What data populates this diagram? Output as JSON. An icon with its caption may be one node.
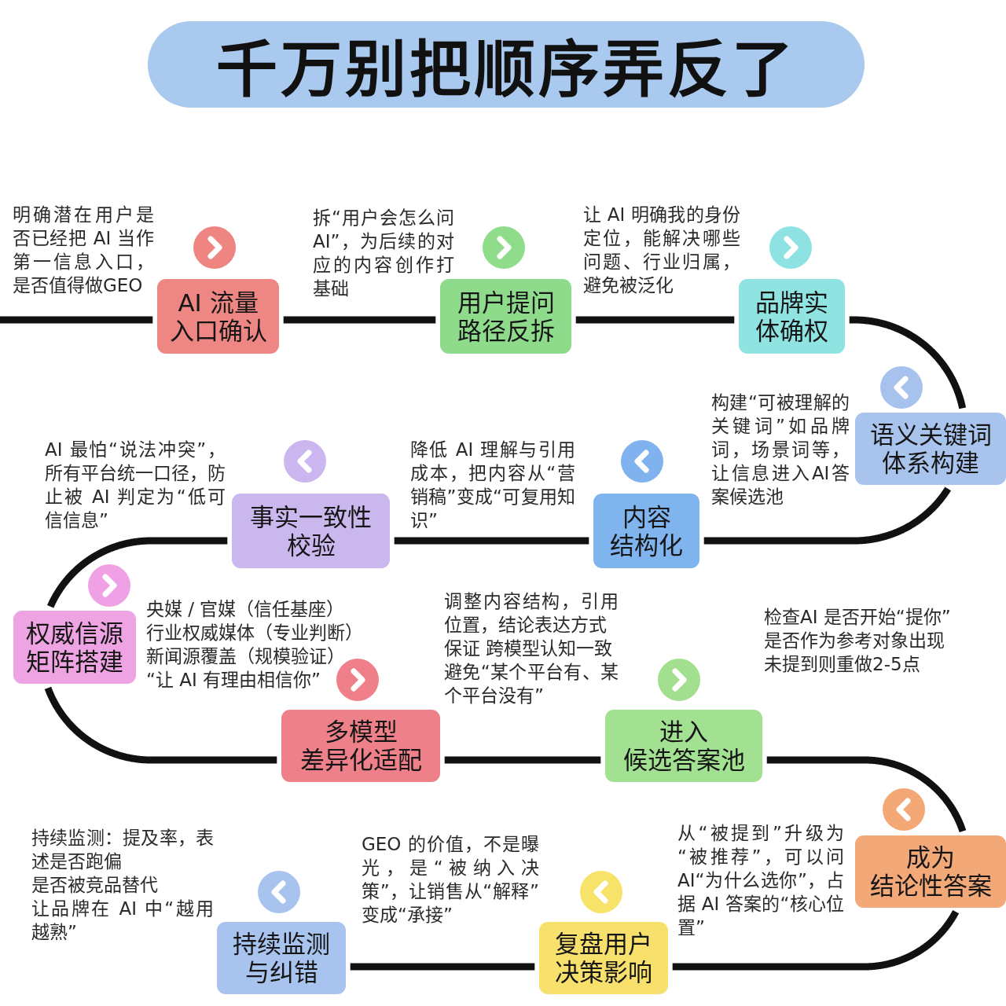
{
  "diagram": {
    "title": "千万别把顺序弄反了",
    "nodes": [
      {
        "text": [
          "AI 流量入口确认"
        ],
        "beside": [
          "明确潜在用户是否已经把 AI 当作第一信息入口，是否值得做GEO"
        ]
      },
      {
        "text": [
          "用户提问路径反拆"
        ],
        "beside": [
          "拆“用户会怎么问 AI”，为后续的对应的内容创作打基础"
        ]
      },
      {
        "text": [
          "品牌实体确权"
        ],
        "beside": [
          "让 AI 明确我的身份定位，能解决哪些问题、行业归属，避免被泛化"
        ]
      },
      {
        "text": [
          "语义关键词体系构建"
        ],
        "beside": [
          "构建“可被理解的关键词”如品牌词，场景词等，让信息进入AI答案候选池"
        ]
      },
      {
        "text": [
          "内容结构化"
        ],
        "beside": [
          "降低 AI 理解与引用成本，把内容从“营销稿”变成“可复用知识”"
        ]
      },
      {
        "text": [
          "事实一致性校验"
        ],
        "beside": [
          "AI 最怕“说法冲突”，所有平台统一口径，防止被 AI 判定为“低可信信息”"
        ]
      },
      {
        "text": [
          "权威信源矩阵搭建"
        ],
        "beside": [
          "央媒 / 官媒（信任基座）",
          "行业权威媒体（专业判断）",
          "新闻源覆盖（规模验证）",
          "“让 AI 有理由相信你”"
        ]
      },
      {
        "text": [
          "多模型差异化适配"
        ],
        "beside": [
          "调整内容结构，引用位置，结论表达方式",
          "保证 跨模型认知一致",
          "避免“某个平台有、某个平台没有”"
        ]
      },
      {
        "text": [
          "进入候选答案池"
        ],
        "beside": [
          "检查AI 是否开始“提你”",
          "是否作为参考对象出现",
          "未提到则重做2-5点"
        ]
      },
      {
        "text": [
          "成为结论性答案"
        ],
        "beside": [
          "从“被提到”升级为“被推荐”，可以问AI“为什么选你”，占据 AI 答案的“核心位置”"
        ]
      },
      {
        "text": [
          "复盘用户决策影响"
        ],
        "beside": [
          "GEO 的价值，不是曝光，是“被纳入决策”，让销售从“解释”变成“承接”"
        ]
      },
      {
        "text": [
          "持续监测与纠错"
        ],
        "beside": [
          "持续监测：提及率，表述是否跑偏",
          "是否被竞品替代",
          "让品牌在 AI 中“越用越熟”"
        ]
      }
    ],
    "edges": [
      {
        "from": null,
        "to": 0,
        "arrow": "none"
      },
      {
        "from": 0,
        "to": 1,
        "arrow": "none"
      },
      {
        "from": 1,
        "to": 2,
        "arrow": "none"
      },
      {
        "from": 2,
        "to": 3,
        "arrow": "none"
      },
      {
        "from": 3,
        "to": 4,
        "arrow": "none"
      },
      {
        "from": 4,
        "to": 5,
        "arrow": "none"
      },
      {
        "from": 5,
        "to": 6,
        "arrow": "none"
      },
      {
        "from": 6,
        "to": 7,
        "arrow": "none"
      },
      {
        "from": 7,
        "to": 8,
        "arrow": "none"
      },
      {
        "from": 8,
        "to": 9,
        "arrow": "none"
      },
      {
        "from": 9,
        "to": 10,
        "arrow": "none"
      },
      {
        "from": 10,
        "to": 11,
        "arrow": "none"
      }
    ]
  }
}
